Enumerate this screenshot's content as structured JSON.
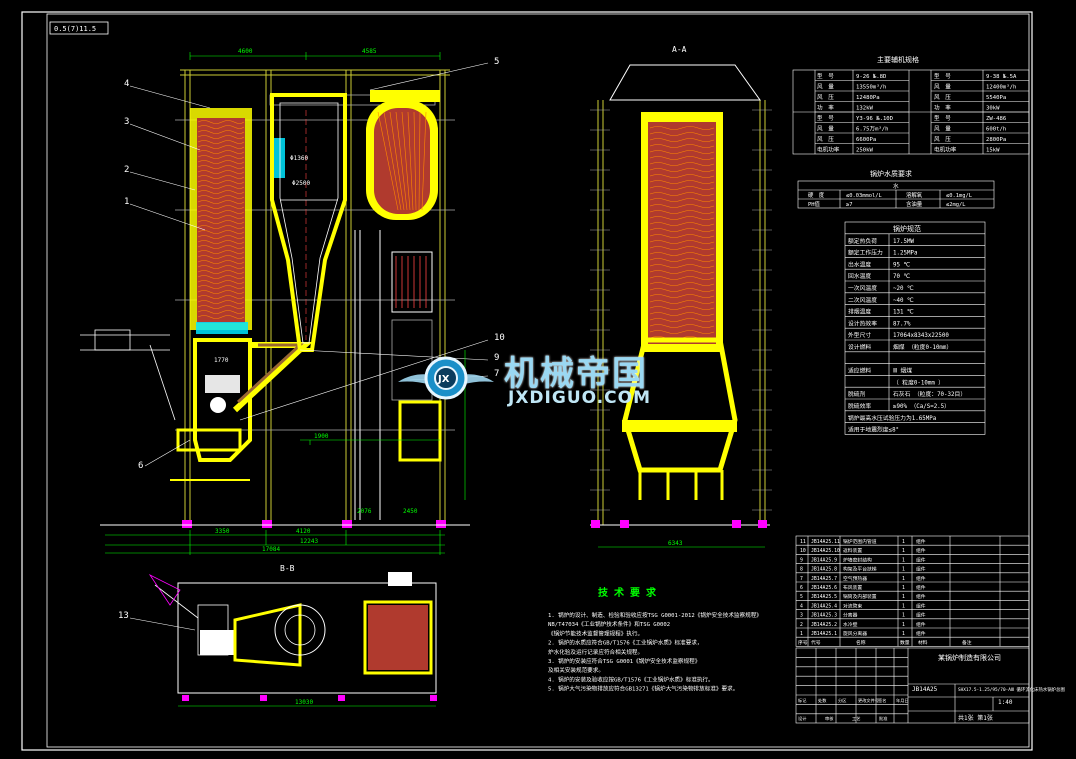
{
  "frame_label": "0.5(7)11.5",
  "views": {
    "main_balloons": [
      "4",
      "3",
      "2",
      "1",
      "6",
      "5",
      "10",
      "9",
      "7"
    ],
    "section_aa_label": "A-A",
    "section_bb_label": "B-B",
    "bb_balloon": "13",
    "main_dims": {
      "top_left": "4600",
      "top_right": "4585",
      "bottom_a": "3350",
      "bottom_b": "4120",
      "bottom_c": "12243",
      "bottom_d": "17084",
      "furnace_width": "1770",
      "cyclone_dia": "Φ2500",
      "cyclone_small": "Φ1360",
      "height_1": "1900",
      "height_2": "2076",
      "height_3": "2450",
      "aa_bottom": "6343",
      "bb_bottom": "13030"
    }
  },
  "table1": {
    "title": "主要辅机规格",
    "rows": [
      [
        "型　号",
        "9-26 №.8D",
        "型　号",
        "9-38 №.5A"
      ],
      [
        "风　量",
        "13550m³/h",
        "风　量",
        "12400m³/h"
      ],
      [
        "风　压",
        "12480Pa",
        "风　压",
        "5540Pa"
      ],
      [
        "功　率",
        "132kW",
        "功　率",
        "30kW"
      ],
      [
        "型　号",
        "Y3-96 №.10D",
        "型　号",
        "ZW-486"
      ],
      [
        "风　量",
        "6.75万m³/h",
        "风　量",
        "600t/h"
      ],
      [
        "风　压",
        "6600Pa",
        "风　压",
        "2800Pa"
      ],
      [
        "电机功率",
        "250kW",
        "电机功率",
        "15kW"
      ]
    ]
  },
  "table2": {
    "title": "锅炉水质要求",
    "header": "水",
    "rows": [
      [
        "硬　度",
        "≤0.03mmol/L",
        "溶解氧",
        "≤0.1mg/L"
      ],
      [
        "PH值",
        "≥7",
        "含油量",
        "≤2mg/L"
      ]
    ]
  },
  "table3": {
    "title": "锅炉规范",
    "rows": [
      [
        "额定热负荷",
        "17.5MW"
      ],
      [
        "额定工作压力",
        "1.25MPa"
      ],
      [
        "出水温度",
        "95 ℃"
      ],
      [
        "回水温度",
        "70 ℃"
      ],
      [
        "一次风温度",
        "~20 ℃"
      ],
      [
        "二次风温度",
        "~40 ℃"
      ],
      [
        "排烟温度",
        "131 ℃"
      ],
      [
        "设计热效率",
        "87.7%"
      ],
      [
        "外型尺寸",
        "17064x8343x22500"
      ],
      [
        "设计燃料",
        "烟煤 （粒度0-10mm）"
      ],
      [
        "",
        ""
      ],
      [
        "适应燃料",
        "Ⅲ 烟煤"
      ],
      [
        "",
        "（ 粒度0-10mm ）"
      ],
      [
        "脱硫剂",
        "石灰石 （粒度：70-32目）"
      ],
      [
        "脱硫效率",
        "≥90% （Ca/S=2.5）"
      ],
      [
        "锅炉最高水压试验压力为1.65MPa",
        ""
      ],
      [
        "适用于地震烈度≤8°",
        ""
      ]
    ]
  },
  "notes": {
    "title": "技 术 要 求",
    "lines": [
      "1. 锅炉的设计、制造、检验和验收应按TSG G0001-2012《锅炉安全技术监察规程》",
      "NB/T47034《工业锅炉技术条件》和TSG G0002",
      "《锅炉节能技术监督管理规程》执行。",
      "2. 锅炉的水质应符合GB/T1576《工业锅炉水质》标准要求，",
      "炉水化验及运行记录应符合相关规程。",
      "3. 锅炉的安装应符合TSG G0001《锅炉安全技术监察规程》",
      "及相关安装规范要求。",
      "4. 锅炉的安装及验收应按GB/T1576《工业锅炉水质》标准执行。",
      "5. 锅炉大气污染物排放应符合GB13271《锅炉大气污染物排放标准》要求。"
    ]
  },
  "parts_list": {
    "rows": [
      [
        "11",
        "JB14A25.11",
        "锅炉范围内管道",
        "1",
        "组件"
      ],
      [
        "10",
        "JB14A25.10",
        "返料装置",
        "1",
        "组件"
      ],
      [
        "9",
        "JB14A25.9",
        "炉墙密封结构",
        "1",
        "组件"
      ],
      [
        "8",
        "JB14A25.8",
        "构架及平台扶梯",
        "1",
        "组件"
      ],
      [
        "7",
        "JB14A25.7",
        "空气预热器",
        "1",
        "组件"
      ],
      [
        "6",
        "JB14A25.6",
        "布风装置",
        "1",
        "组件"
      ],
      [
        "5",
        "JB14A25.5",
        "锅筒及内部装置",
        "1",
        "组件"
      ],
      [
        "4",
        "JB14A25.4",
        "对流管束",
        "1",
        "组件"
      ],
      [
        "3",
        "JB14A25.3",
        "分离器",
        "1",
        "组件"
      ],
      [
        "2",
        "JB14A25.2",
        "水冷壁",
        "1",
        "组件"
      ],
      [
        "1",
        "JB14A25.1",
        "旋风分离器",
        "1",
        "组件"
      ]
    ],
    "header": [
      "序号",
      "代号",
      "名称",
      "数量",
      "材料",
      "备注"
    ]
  },
  "title_block": {
    "company": "某锅炉制造有限公司",
    "drawing_no": "JB14A25",
    "drawing_name": "SHX17.5-1.25/95/70-AⅢ 循环流化床热水锅炉总图",
    "scale": "1:40",
    "sheet": "共1张 第1张",
    "labels": [
      "标记",
      "处数",
      "分区",
      "更改文件号",
      "签名",
      "年月日",
      "设计",
      "审核",
      "工艺",
      "批准"
    ]
  },
  "watermark": {
    "cn": "机械帝国",
    "en": "JXDIGUO.COM"
  },
  "colors": {
    "background": "#000000",
    "frame": "#ffffff",
    "outline": "#ffffff",
    "insulation": "#ffff00",
    "tubes": "#c0392b",
    "tube_lines": "#ff6600",
    "dimension": "#00ff00",
    "leader": "#00ffff",
    "magenta": "#ff00ff",
    "duct_cyan": "#00e5ff"
  }
}
